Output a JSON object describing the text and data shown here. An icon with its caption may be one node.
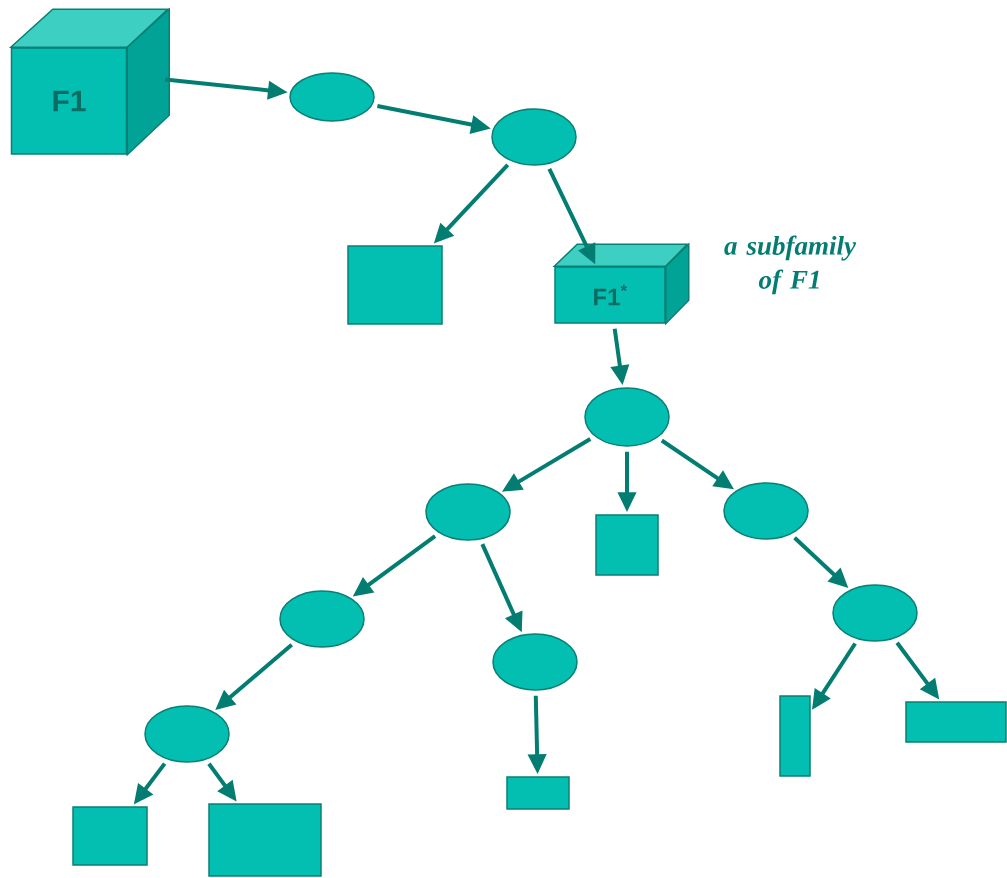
{
  "diagram": {
    "nodes": [
      {
        "text": [
          "F1"
        ]
      },
      {
        "text": [],
        "shape": "ellipse"
      },
      {
        "text": [],
        "shape": "ellipse"
      },
      {
        "text": [],
        "shape": "box"
      },
      {
        "text": [
          "F1$^{*}$"
        ],
        "beside": [
          "a subfamily of F1"
        ]
      },
      {
        "text": [],
        "shape": "ellipse"
      },
      {
        "text": [],
        "shape": "ellipse"
      },
      {
        "text": [],
        "shape": "box"
      },
      {
        "text": [],
        "shape": "ellipse"
      },
      {
        "text": [],
        "shape": "ellipse"
      },
      {
        "text": [],
        "shape": "ellipse"
      },
      {
        "text": [],
        "shape": "ellipse"
      },
      {
        "text": [],
        "shape": "ellipse"
      },
      {
        "text": [],
        "shape": "box"
      },
      {
        "text": [],
        "shape": "box"
      },
      {
        "text": [],
        "shape": "box"
      },
      {
        "text": [],
        "shape": "box"
      },
      {
        "text": [],
        "shape": "box"
      }
    ],
    "edges": [
      {
        "from": 0,
        "to": 1,
        "arrow": "to"
      },
      {
        "from": 1,
        "to": 2,
        "arrow": "to"
      },
      {
        "from": 2,
        "to": 3,
        "arrow": "to"
      },
      {
        "from": 2,
        "to": 4,
        "arrow": "to"
      },
      {
        "from": 4,
        "to": 5,
        "arrow": "to"
      },
      {
        "from": 5,
        "to": 6,
        "arrow": "to"
      },
      {
        "from": 5,
        "to": 7,
        "arrow": "to"
      },
      {
        "from": 5,
        "to": 8,
        "arrow": "to"
      },
      {
        "from": 6,
        "to": 9,
        "arrow": "to"
      },
      {
        "from": 6,
        "to": 10,
        "arrow": "to"
      },
      {
        "from": 9,
        "to": 12,
        "arrow": "to"
      },
      {
        "from": 12,
        "to": 16,
        "arrow": "to"
      },
      {
        "from": 12,
        "to": 17,
        "arrow": "to"
      },
      {
        "from": 10,
        "to": 13,
        "arrow": "to"
      },
      {
        "from": 8,
        "to": 11,
        "arrow": "to"
      },
      {
        "from": 11,
        "to": 14,
        "arrow": "to"
      },
      {
        "from": 11,
        "to": 15,
        "arrow": "to"
      }
    ]
  }
}
